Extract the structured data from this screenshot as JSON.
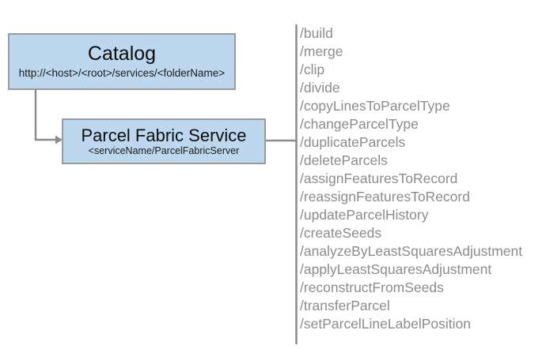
{
  "diagram": {
    "type": "service-endpoint-diagram",
    "colors": {
      "node_fill": "#bdd7ee",
      "node_border": "#9a9a9a",
      "connector": "#8c8c8c",
      "list_text": "#8c8c8c",
      "title_text": "#0d0d0d",
      "background": "#ffffff"
    },
    "nodes": [
      {
        "id": "catalog",
        "title": "Catalog",
        "subtitle": "http://<host>/<root>/services/<folderName>"
      },
      {
        "id": "parcel-fabric-service",
        "title": "Parcel Fabric Service",
        "subtitle": "<serviceName/ParcelFabricServer"
      }
    ],
    "connectors": [
      {
        "id": "catalog-to-service",
        "from": "catalog",
        "to": "parcel-fabric-service",
        "style": "elbow",
        "arrowhead": true
      },
      {
        "id": "service-to-operations",
        "from": "parcel-fabric-service",
        "to": "operations",
        "style": "straight",
        "arrowhead": false
      }
    ],
    "operations": [
      "/build",
      "/merge",
      "/clip",
      "/divide",
      "/copyLinesToParcelType",
      "/changeParcelType",
      "/duplicateParcels",
      "/deleteParcels",
      "/assignFeaturesToRecord",
      "/reassignFeaturesToRecord",
      "/updateParcelHistory",
      "/createSeeds",
      "/analyzeByLeastSquaresAdjustment",
      "/applyLeastSquaresAdjustment",
      "/reconstructFromSeeds",
      "/transferParcel",
      "/setParcelLineLabelPosition"
    ]
  }
}
